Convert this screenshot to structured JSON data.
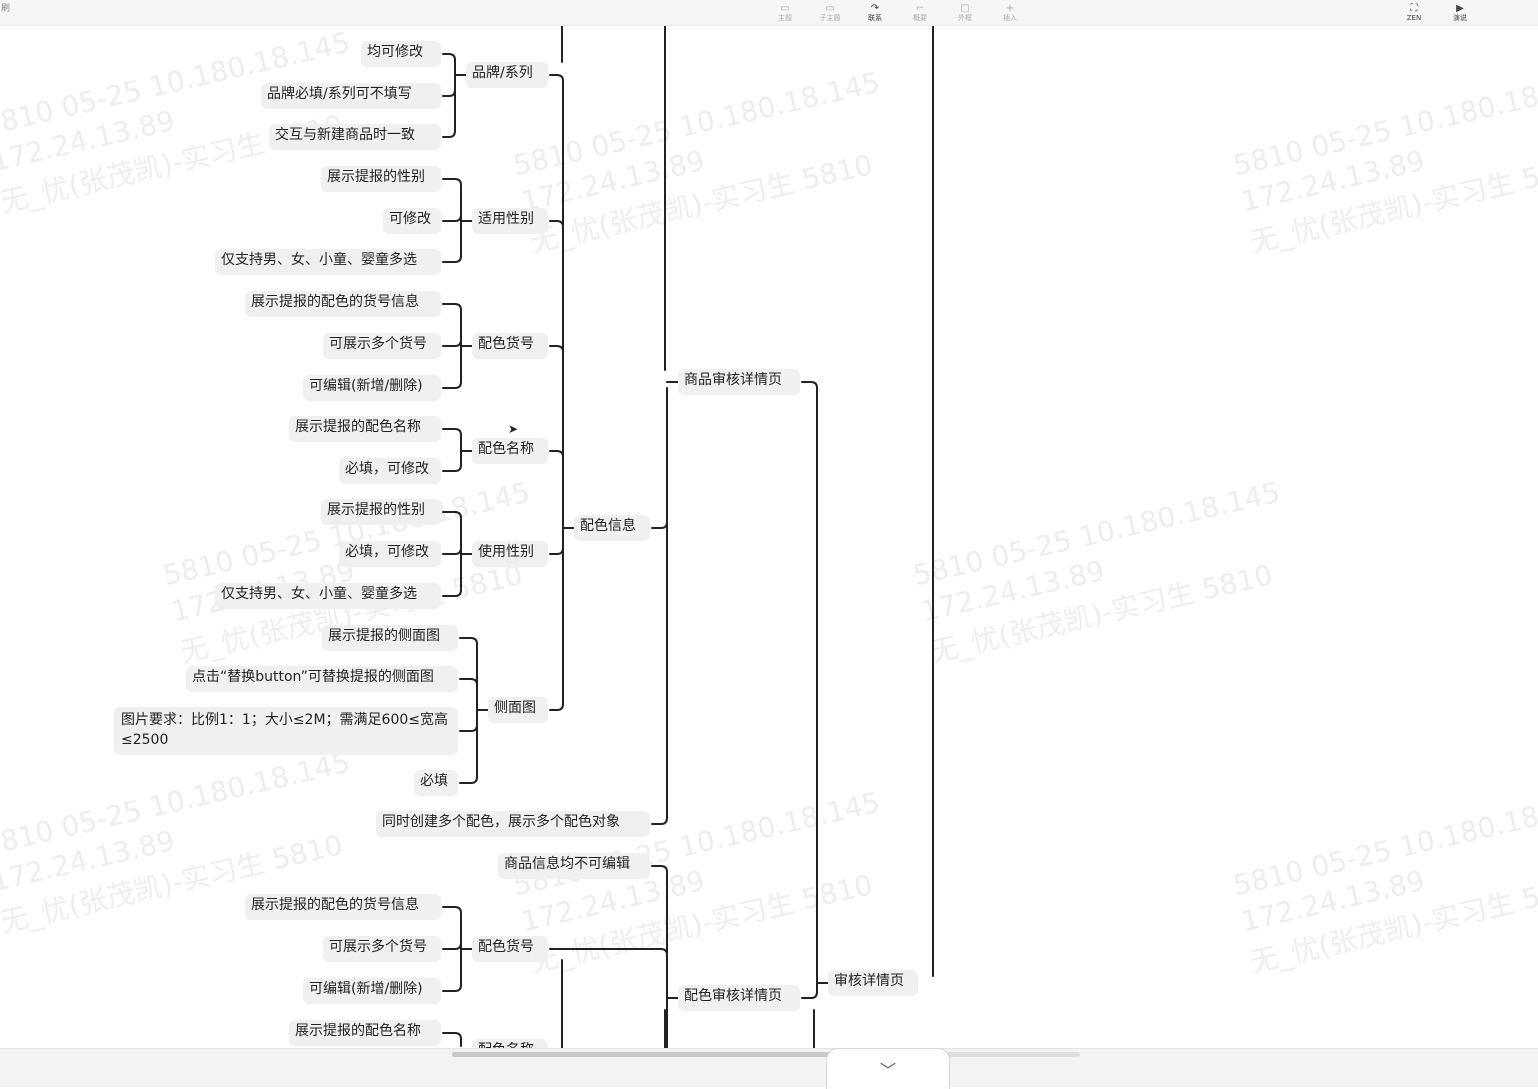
{
  "toolbar": {
    "corner_text": "刷",
    "items": [
      {
        "label": "主题",
        "icon": "▭"
      },
      {
        "label": "子主题",
        "icon": "▭"
      },
      {
        "label": "联系",
        "icon": "↷"
      },
      {
        "label": "概要",
        "icon": "⌐"
      },
      {
        "label": "外框",
        "icon": "▢"
      },
      {
        "label": "插入",
        "icon": "+"
      },
      {
        "label": "ZEN",
        "icon": "⛶"
      },
      {
        "label": "演说",
        "icon": "▶"
      }
    ]
  },
  "mindmap": {
    "nodes": [
      {
        "text": "均可修改"
      },
      {
        "text": "品牌必填/系列可不填写"
      },
      {
        "text": "交互与新建商品时一致"
      },
      {
        "text": "品牌/系列"
      },
      {
        "text": "展示提报的性别"
      },
      {
        "text": "可修改"
      },
      {
        "text": "仅支持男、女、小童、婴童多选"
      },
      {
        "text": "适用性别"
      },
      {
        "text": "展示提报的配色的货号信息"
      },
      {
        "text": "可展示多个货号"
      },
      {
        "text": "可编辑(新增/删除)"
      },
      {
        "text": "配色货号"
      },
      {
        "text": "展示提报的配色名称"
      },
      {
        "text": "必填，可修改"
      },
      {
        "text": "配色名称"
      },
      {
        "text": "展示提报的性别"
      },
      {
        "text": "必填，可修改"
      },
      {
        "text": "仅支持男、女、小童、婴童多选"
      },
      {
        "text": "使用性别"
      },
      {
        "text": "展示提报的侧面图"
      },
      {
        "text": "点击“替换button”可替换提报的侧面图"
      },
      {
        "text": "图片要求：比例1：1；大小≤2M；需满足600≤宽高≤2500"
      },
      {
        "text": "必填"
      },
      {
        "text": "侧面图"
      },
      {
        "text": "配色信息"
      },
      {
        "text": "同时创建多个配色，展示多个配色对象"
      },
      {
        "text": "商品审核详情页"
      },
      {
        "text": "商品信息均不可编辑"
      },
      {
        "text": "展示提报的配色的货号信息"
      },
      {
        "text": "可展示多个货号"
      },
      {
        "text": "可编辑(新增/删除)"
      },
      {
        "text": "配色货号"
      },
      {
        "text": "展示提报的配色名称"
      },
      {
        "text": "配色名称"
      },
      {
        "text": "配色审核详情页"
      },
      {
        "text": "审核详情页"
      }
    ]
  },
  "watermark": {
    "lines": [
      "5810 05-25 10.180.18.145",
      "172.24.13.89",
      "无_忧(张茂凯)-实习生 5810"
    ]
  },
  "bottom": {
    "collapse_icon": "﹀"
  }
}
